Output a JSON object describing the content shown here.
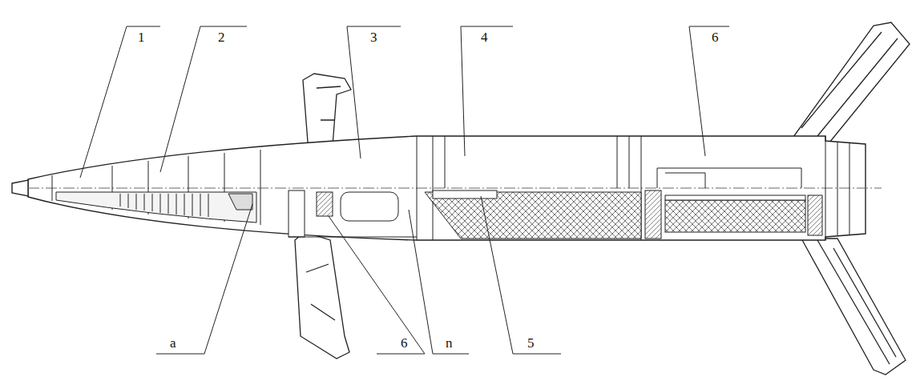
{
  "diagram": {
    "labels": [
      "1",
      "2",
      "3",
      "4",
      "6",
      "a",
      "6",
      "n",
      "5"
    ]
  }
}
